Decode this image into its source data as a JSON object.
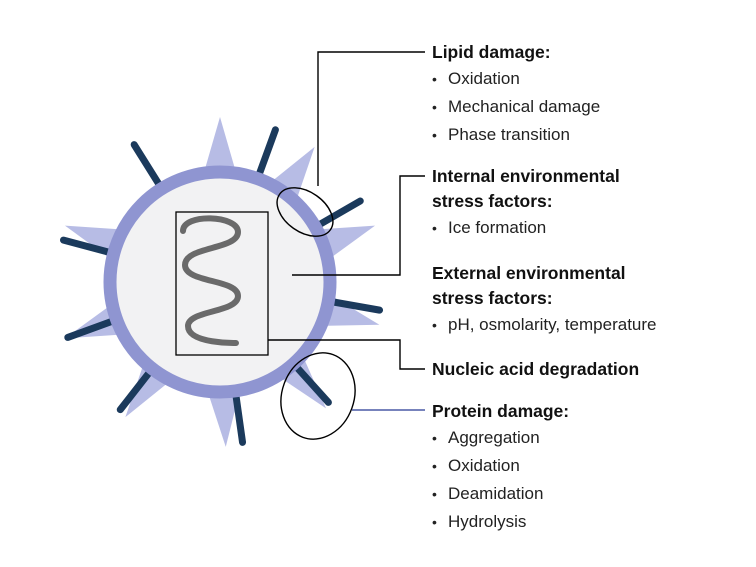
{
  "colors": {
    "membrane": "#8f95d1",
    "interior": "#f2f2f3",
    "spike": "#aab0e0",
    "protein": "#1b3a5c",
    "nucleic_acid": "#6a6a6a",
    "line": "#000000",
    "protein_line": "#4a5aa6"
  },
  "groups": [
    {
      "id": "lipid",
      "heading": "Lipid damage:",
      "items": [
        "Oxidation",
        "Mechanical damage",
        "Phase transition"
      ]
    },
    {
      "id": "internal",
      "heading": "Internal environmental stress factors:",
      "items": [
        "Ice formation"
      ]
    },
    {
      "id": "external",
      "heading": "External environmental stress factors:",
      "items": [
        "pH, osmolarity, temperature"
      ]
    },
    {
      "id": "nucleic",
      "heading": "Nucleic acid degradation",
      "items": []
    },
    {
      "id": "protein",
      "heading": "Protein damage:",
      "items": [
        "Aggregation",
        "Oxidation",
        "Deamidation",
        "Hydrolysis"
      ]
    }
  ],
  "bullet_glyph": "•"
}
